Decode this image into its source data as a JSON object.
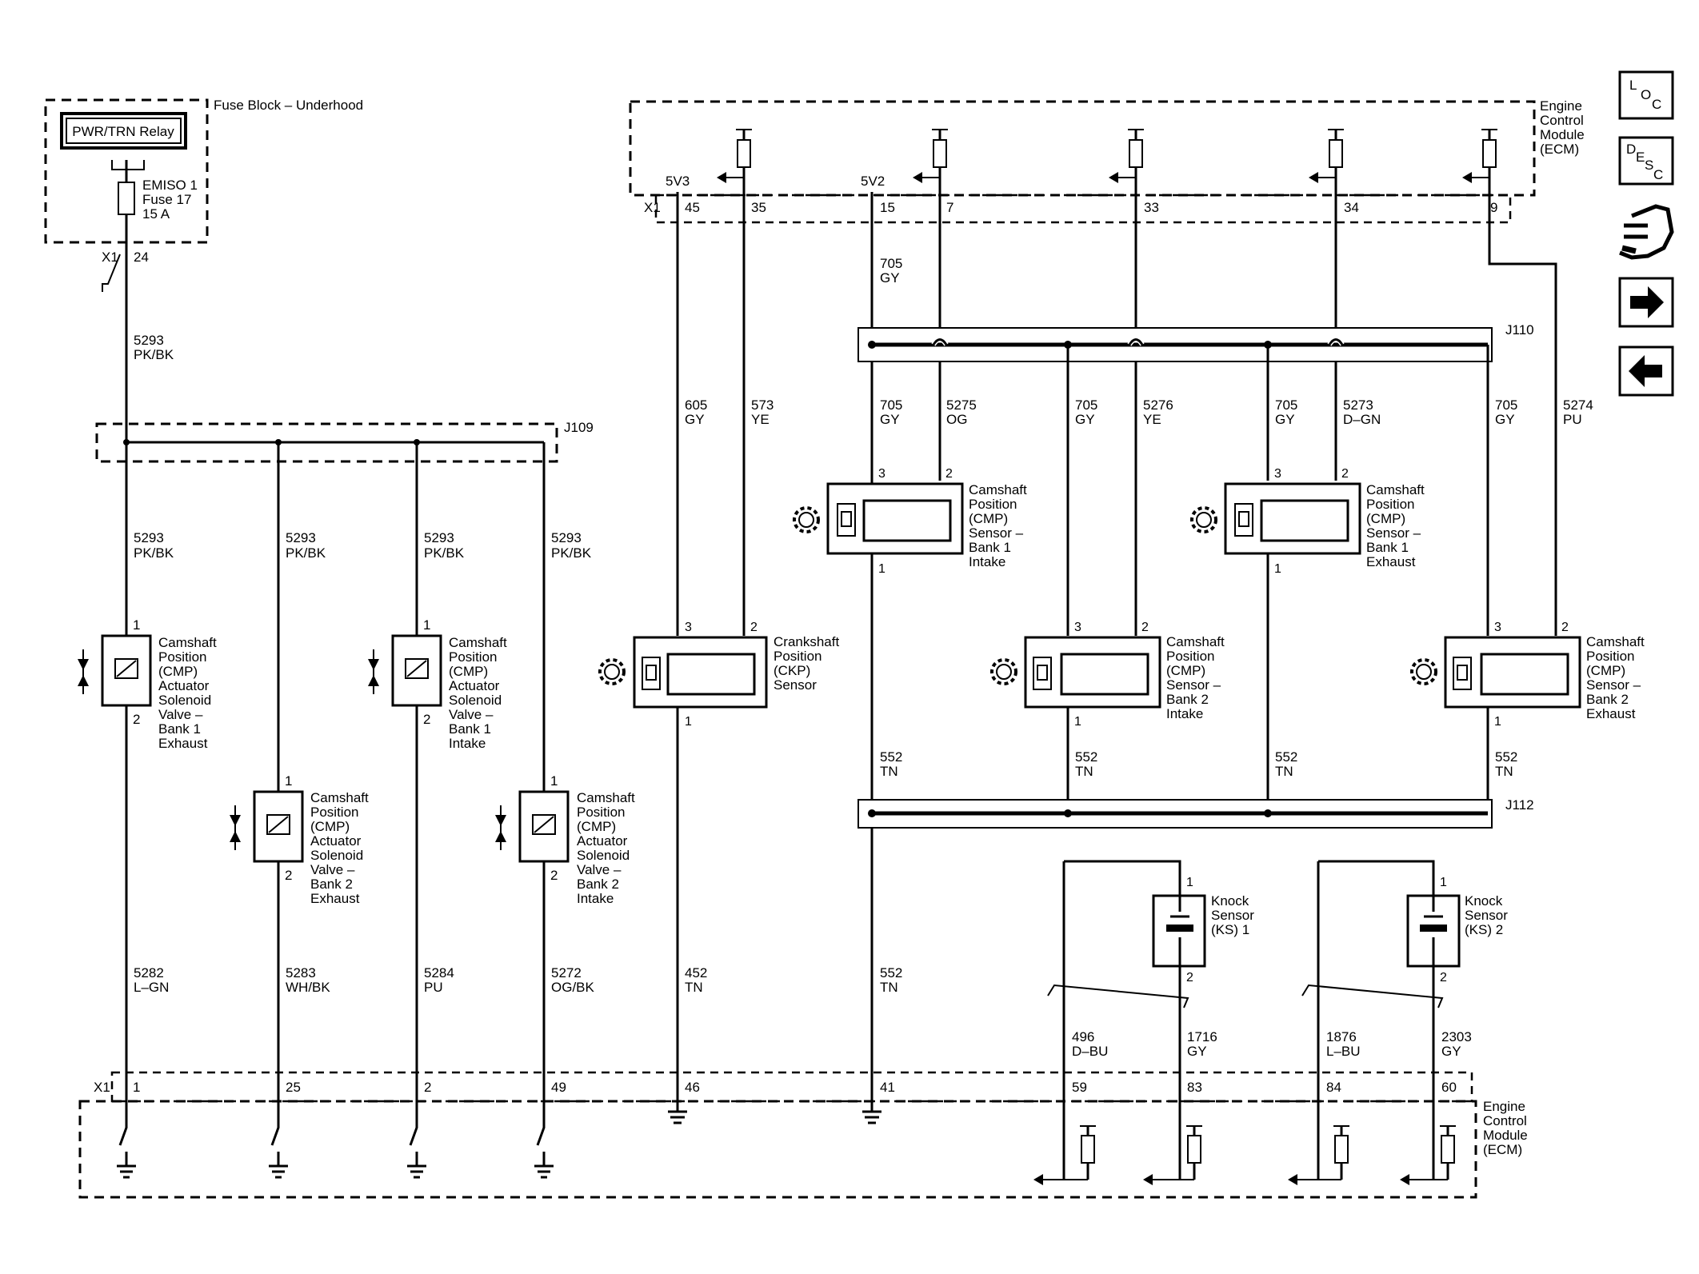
{
  "fuse_block": {
    "title": "Fuse Block – Underhood",
    "relay": "PWR/TRN Relay",
    "fuse_name": "EMISO 1",
    "fuse_number": "Fuse 17",
    "fuse_rating": "15 A",
    "connector": "X1",
    "pin": "24"
  },
  "ecm_top": {
    "title": "Engine Control Module (ECM)",
    "connector": "X1"
  },
  "ecm_bottom": {
    "title": "Engine Control Module (ECM)",
    "connector": "X1"
  },
  "nav_icons": [
    "LOC",
    "DESC",
    "connector-tool-icon",
    "next-arrow-icon",
    "prev-arrow-icon"
  ],
  "splices": {
    "j109": "J109",
    "j110": "J110",
    "j112": "J112"
  },
  "ecm_top_pins": {
    "v5v3": "5V3",
    "v5v2": "5V2",
    "p45": "45",
    "p35": "35",
    "p15": "15",
    "p7": "7",
    "p33": "33",
    "p34": "34",
    "p9": "9"
  },
  "ecm_bottom_pins": {
    "p1": "1",
    "p25": "25",
    "p2": "2",
    "p49": "49",
    "p46": "46",
    "p41": "41",
    "p59": "59",
    "p83": "83",
    "p84": "84",
    "p60": "60"
  },
  "wires": {
    "w5293_top": [
      "5293",
      "PK/BK"
    ],
    "w5293_a": [
      "5293",
      "PK/BK"
    ],
    "w5293_b": [
      "5293",
      "PK/BK"
    ],
    "w5293_c": [
      "5293",
      "PK/BK"
    ],
    "w5293_d": [
      "5293",
      "PK/BK"
    ],
    "w5282": [
      "5282",
      "L–GN"
    ],
    "w5283": [
      "5283",
      "WH/BK"
    ],
    "w5284": [
      "5284",
      "PU"
    ],
    "w5272": [
      "5272",
      "OG/BK"
    ],
    "w452": [
      "452",
      "TN"
    ],
    "w552_bot": [
      "552",
      "TN"
    ],
    "w705_top": [
      "705",
      "GY"
    ],
    "w605": [
      "605",
      "GY"
    ],
    "w573": [
      "573",
      "YE"
    ],
    "w705_a": [
      "705",
      "GY"
    ],
    "w5275": [
      "5275",
      "OG"
    ],
    "w705_b": [
      "705",
      "GY"
    ],
    "w5276": [
      "5276",
      "YE"
    ],
    "w705_c": [
      "705",
      "GY"
    ],
    "w5273": [
      "5273",
      "D–GN"
    ],
    "w705_d": [
      "705",
      "GY"
    ],
    "w5274": [
      "5274",
      "PU"
    ],
    "w552_a": [
      "552",
      "TN"
    ],
    "w552_b": [
      "552",
      "TN"
    ],
    "w552_c": [
      "552",
      "TN"
    ],
    "w552_d": [
      "552",
      "TN"
    ],
    "w496": [
      "496",
      "D–BU"
    ],
    "w1716": [
      "1716",
      "GY"
    ],
    "w1876": [
      "1876",
      "L–BU"
    ],
    "w2303": [
      "2303",
      "GY"
    ]
  },
  "solenoids": {
    "b1_exhaust": [
      "Camshaft",
      "Position",
      "(CMP)",
      "Actuator",
      "Solenoid",
      "Valve –",
      "Bank 1",
      "Exhaust"
    ],
    "b2_exhaust": [
      "Camshaft",
      "Position",
      "(CMP)",
      "Actuator",
      "Solenoid",
      "Valve –",
      "Bank 2",
      "Exhaust"
    ],
    "b1_intake": [
      "Camshaft",
      "Position",
      "(CMP)",
      "Actuator",
      "Solenoid",
      "Valve –",
      "Bank 1",
      "Intake"
    ],
    "b2_intake": [
      "Camshaft",
      "Position",
      "(CMP)",
      "Actuator",
      "Solenoid",
      "Valve –",
      "Bank 2",
      "Intake"
    ]
  },
  "sensors": {
    "ckp": [
      "Crankshaft",
      "Position",
      "(CKP)",
      "Sensor"
    ],
    "cmp_b1_intake": [
      "Camshaft",
      "Position",
      "(CMP)",
      "Sensor –",
      "Bank 1",
      "Intake"
    ],
    "cmp_b1_exhaust": [
      "Camshaft",
      "Position",
      "(CMP)",
      "Sensor –",
      "Bank 1",
      "Exhaust"
    ],
    "cmp_b2_intake": [
      "Camshaft",
      "Position",
      "(CMP)",
      "Sensor –",
      "Bank 2",
      "Intake"
    ],
    "cmp_b2_exhaust": [
      "Camshaft",
      "Position",
      "(CMP)",
      "Sensor –",
      "Bank 2",
      "Exhaust"
    ],
    "ks1": [
      "Knock",
      "Sensor",
      "(KS) 1"
    ],
    "ks2": [
      "Knock",
      "Sensor",
      "(KS) 2"
    ]
  },
  "pin_numbers": {
    "one": "1",
    "two": "2",
    "three": "3"
  }
}
